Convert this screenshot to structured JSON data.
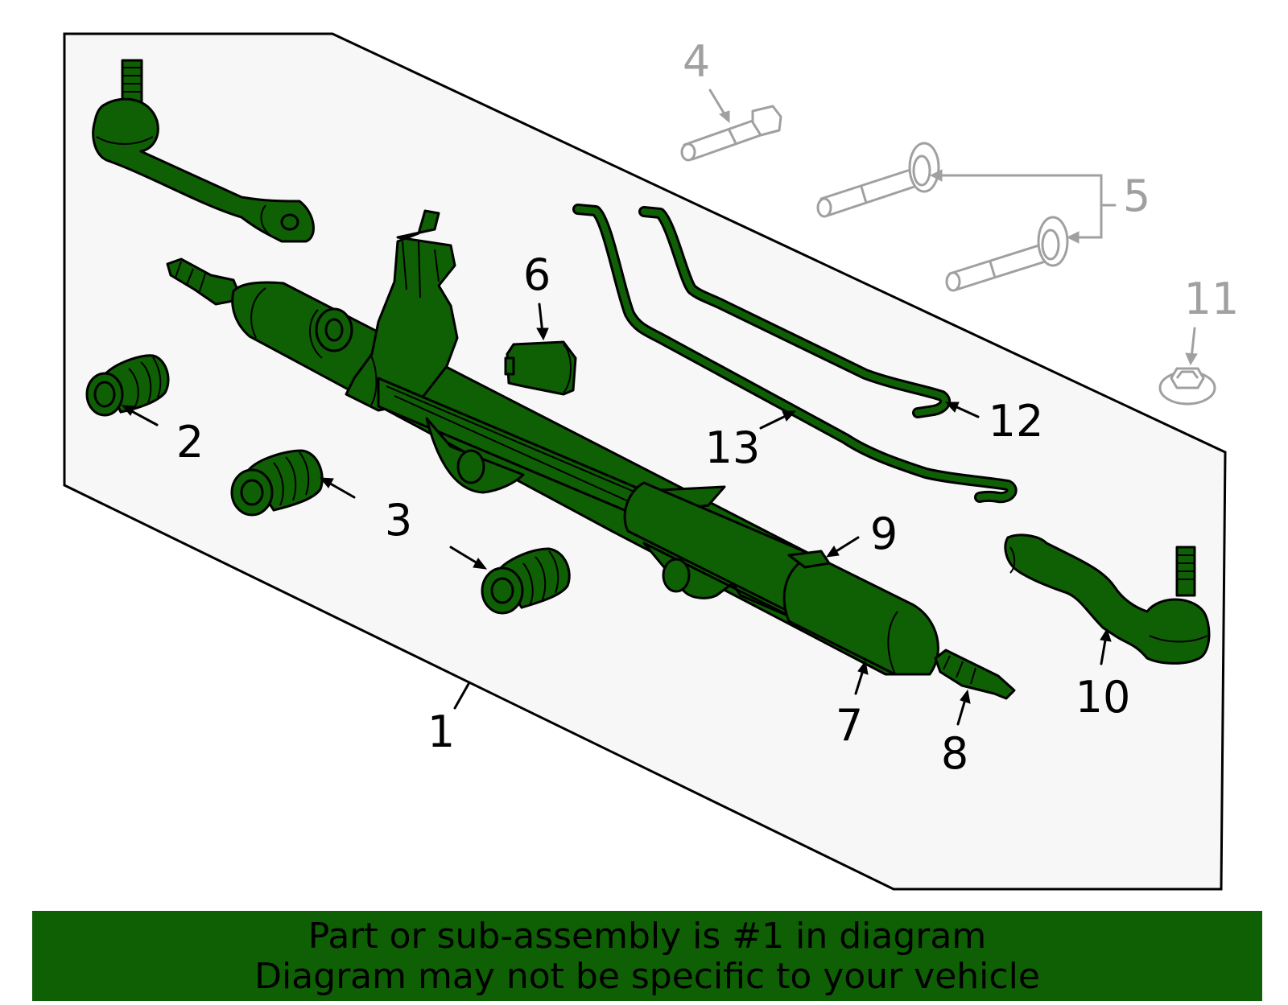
{
  "diagram": {
    "callouts": [
      {
        "id": "1",
        "label": "1",
        "style": "included"
      },
      {
        "id": "2",
        "label": "2",
        "style": "included"
      },
      {
        "id": "3",
        "label": "3",
        "style": "included"
      },
      {
        "id": "4",
        "label": "4",
        "style": "not-included"
      },
      {
        "id": "5",
        "label": "5",
        "style": "not-included"
      },
      {
        "id": "6",
        "label": "6",
        "style": "included"
      },
      {
        "id": "7",
        "label": "7",
        "style": "included"
      },
      {
        "id": "8",
        "label": "8",
        "style": "included"
      },
      {
        "id": "9",
        "label": "9",
        "style": "included"
      },
      {
        "id": "10",
        "label": "10",
        "style": "included"
      },
      {
        "id": "11",
        "label": "11",
        "style": "not-included"
      },
      {
        "id": "12",
        "label": "12",
        "style": "included"
      },
      {
        "id": "13",
        "label": "13",
        "style": "included"
      }
    ]
  },
  "footer": {
    "line1": "Part or sub-assembly is #1 in diagram",
    "line2": "Diagram may not be specific to your vehicle"
  },
  "colors": {
    "part_fill": "#0f5f05",
    "outline": "#000000",
    "panel_fill": "#f7f7f7",
    "grey_parts": "#a0a0a0",
    "banner": "#0f5f05"
  }
}
